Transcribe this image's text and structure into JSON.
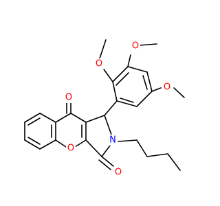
{
  "structure": {
    "colors": {
      "bond": "#000000",
      "oxygen": "#ff0000",
      "nitrogen": "#0000ff",
      "background": "#ffffff"
    },
    "labels": {
      "methoxy_top": "O",
      "methoxy_mid": "O",
      "methoxy_right": "O",
      "carbonyl_top": "O",
      "ring_oxygen": "O",
      "carbonyl_bottom": "O",
      "nitrogen": "N"
    }
  }
}
